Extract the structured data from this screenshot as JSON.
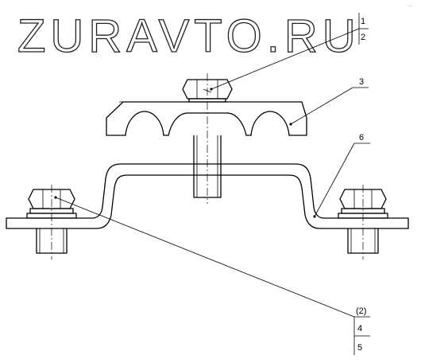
{
  "watermark": "ZURAVTO.RU",
  "corner_mark": "· —",
  "callouts": {
    "c1": "1",
    "c2": "2",
    "c3": "3",
    "c6": "6",
    "c2b": "(2)",
    "c4": "4",
    "c5": "5"
  },
  "colors": {
    "line": "#000000",
    "background": "#ffffff"
  }
}
